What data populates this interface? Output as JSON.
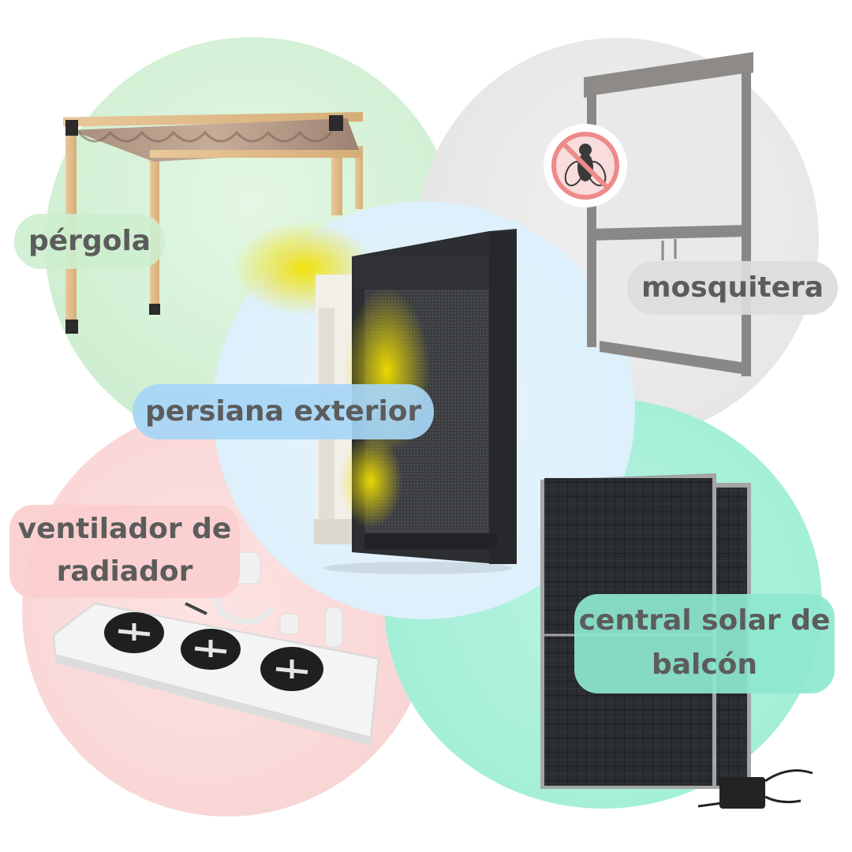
{
  "labels": {
    "pergola": "pérgola",
    "mosquitera": "mosquitera",
    "persiana": "persiana exterior",
    "ventilador_line1": "ventilador de",
    "ventilador_line2": "radiador",
    "solar_line1": "central solar de",
    "solar_line2": "balcón"
  },
  "colors": {
    "green_circle": "#d2f0d4",
    "gray_circle": "#e6e6e6",
    "pink_circle": "#f9d6d6",
    "mint_circle": "#a4efd8",
    "blue_circle": "#ddf0fb",
    "label_text": "#5c5c5c"
  },
  "icons": {
    "pergola": "pergola-image",
    "mosquitera": "window-screen-image",
    "no_insect": "no-insect-icon",
    "persiana": "exterior-blind-image",
    "ventilador": "radiator-fan-image",
    "solar": "solar-panel-image"
  }
}
